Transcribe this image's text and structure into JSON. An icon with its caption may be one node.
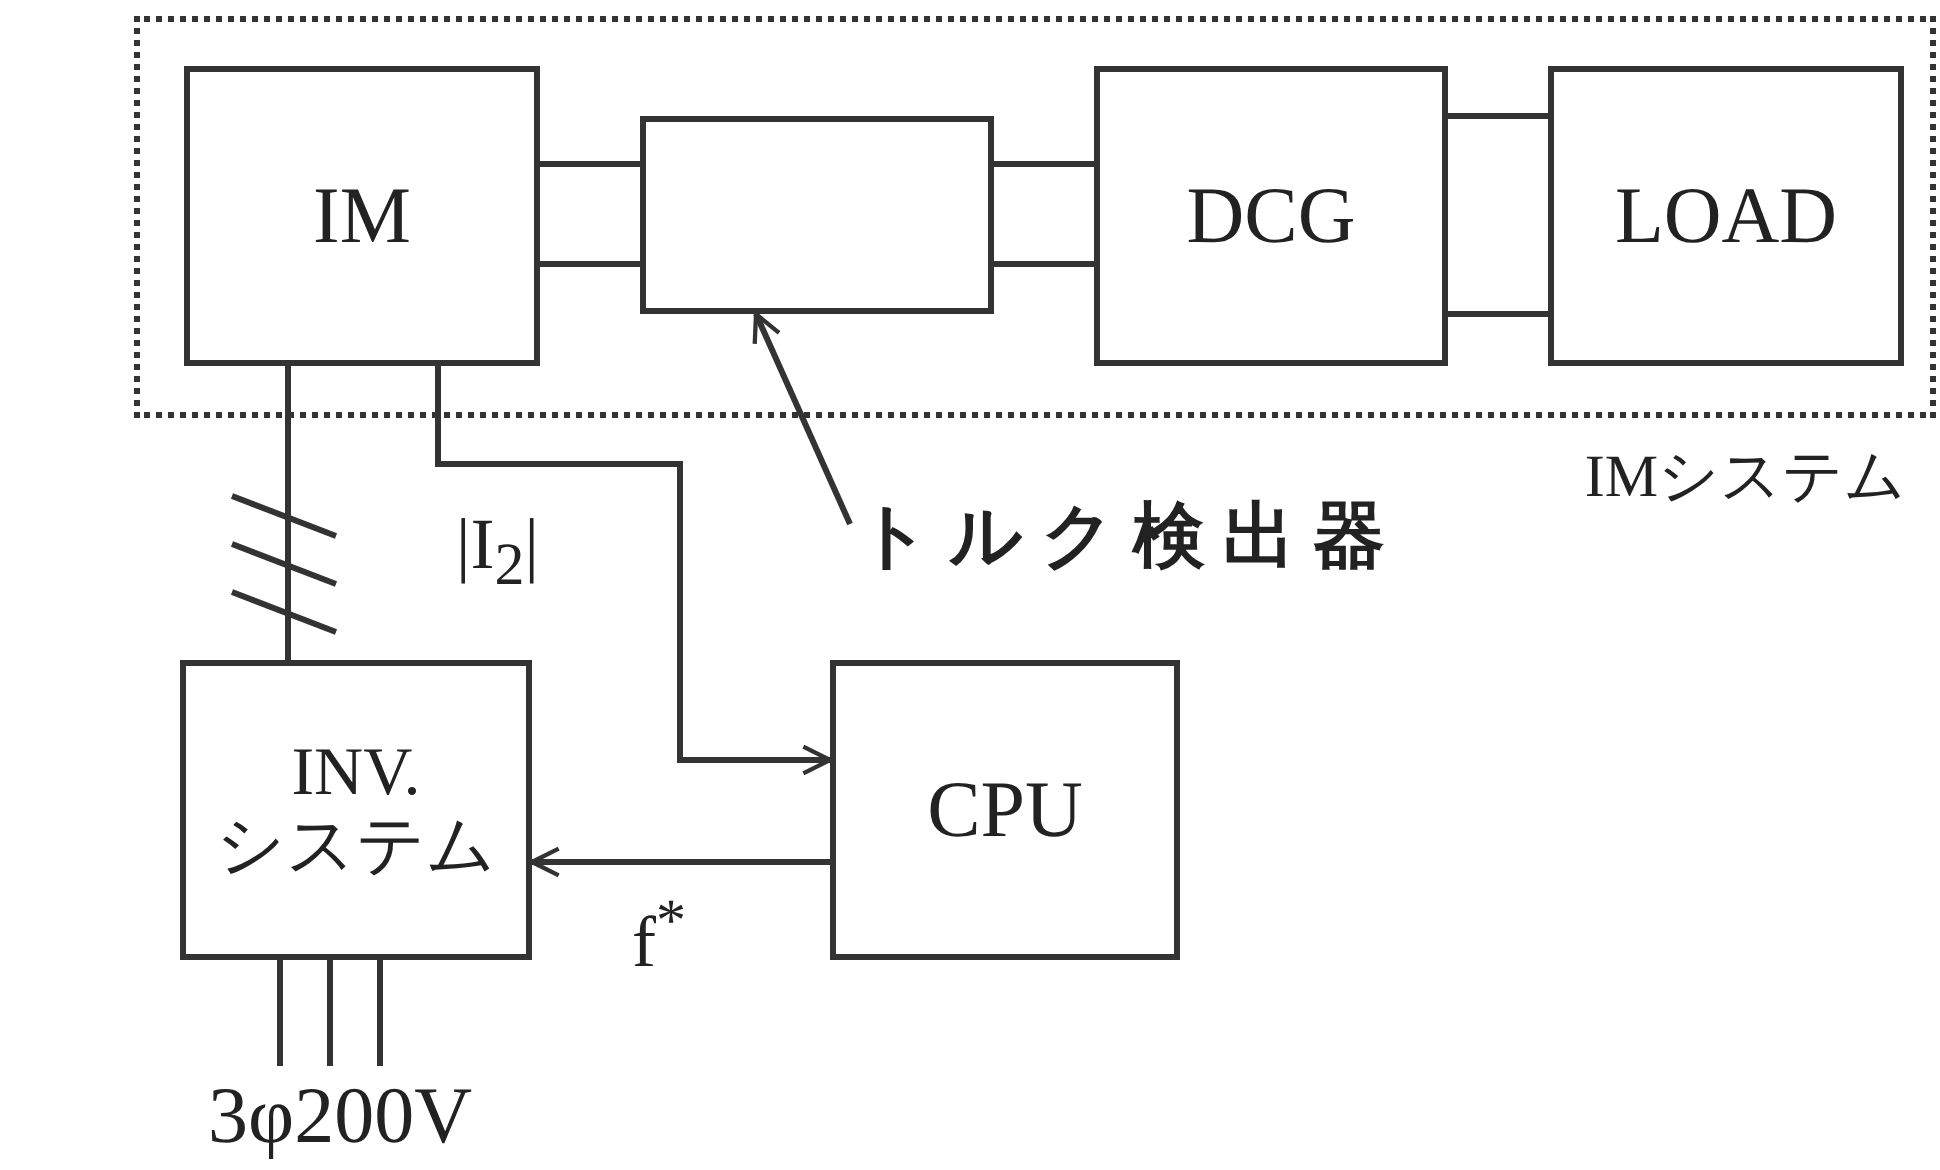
{
  "diagram": {
    "nodes": [
      {
        "text": [
          "IMシステム"
        ]
      },
      {
        "text": [
          "IM"
        ],
        "in": 0
      },
      {
        "text": [],
        "shape": "box",
        "in": 0
      },
      {
        "text": [
          "トルク検出器"
        ]
      },
      {
        "text": [
          "DCG"
        ],
        "in": 0
      },
      {
        "text": [
          "LOAD"
        ],
        "in": 0
      },
      {
        "text": [
          "INV. システム"
        ]
      },
      {
        "text": [
          "CPU"
        ]
      },
      {
        "text": [
          "3φ200V"
        ]
      }
    ],
    "edges": [
      {
        "from": 1,
        "to": 2,
        "arrow": "none"
      },
      {
        "from": 1,
        "to": 2,
        "arrow": "none"
      },
      {
        "from": 2,
        "to": 4,
        "arrow": "none"
      },
      {
        "from": 2,
        "to": 4,
        "arrow": "none"
      },
      {
        "from": 4,
        "to": 5,
        "arrow": "none"
      },
      {
        "from": 4,
        "to": 5,
        "arrow": "none"
      },
      {
        "from": 1,
        "to": 6,
        "arrow": "none"
      },
      {
        "from": 1,
        "to": 7,
        "arrow": "to",
        "label": "|I$_{2}$|"
      },
      {
        "from": 7,
        "to": 6,
        "arrow": "to",
        "label": "f$^{*}$"
      },
      {
        "from": 3,
        "to": 2,
        "arrow": "to"
      },
      {
        "from": 6,
        "to": 8,
        "arrow": "none"
      },
      {
        "from": 6,
        "to": 8,
        "arrow": "none"
      },
      {
        "from": 6,
        "to": 8,
        "arrow": "none"
      }
    ]
  }
}
